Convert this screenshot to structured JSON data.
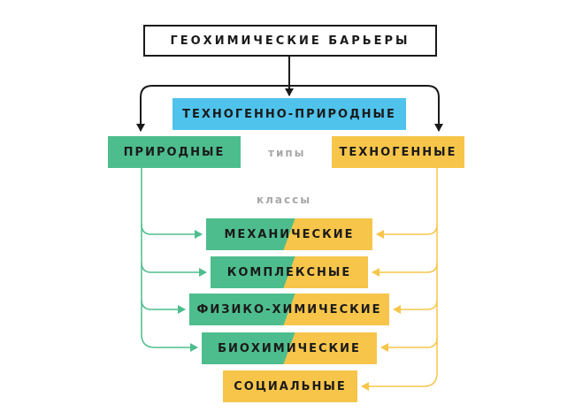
{
  "diagram": {
    "root": "ГЕОХИМИЧЕСКИЕ БАРЬЕРЫ",
    "types_label": "типы",
    "classes_label": "классы",
    "types": {
      "mixed": "ТЕХНОГЕННО-ПРИРОДНЫЕ",
      "natural": "ПРИРОДНЫЕ",
      "technogenic": "ТЕХНОГЕННЫЕ"
    },
    "classes": [
      "МЕХАНИЧЕСКИЕ",
      "КОМПЛЕКСНЫЕ",
      "ФИЗИКО-ХИМИЧЕСКИЕ",
      "БИОХИМИЧЕСКИЕ",
      "СОЦИАЛЬНЫЕ"
    ],
    "colors": {
      "natural": "#4dbd8e",
      "technogenic": "#f7c54a",
      "mixed": "#4fc3ec",
      "label_gray": "#a8a8a8",
      "connector": "#1a1a1a"
    }
  }
}
